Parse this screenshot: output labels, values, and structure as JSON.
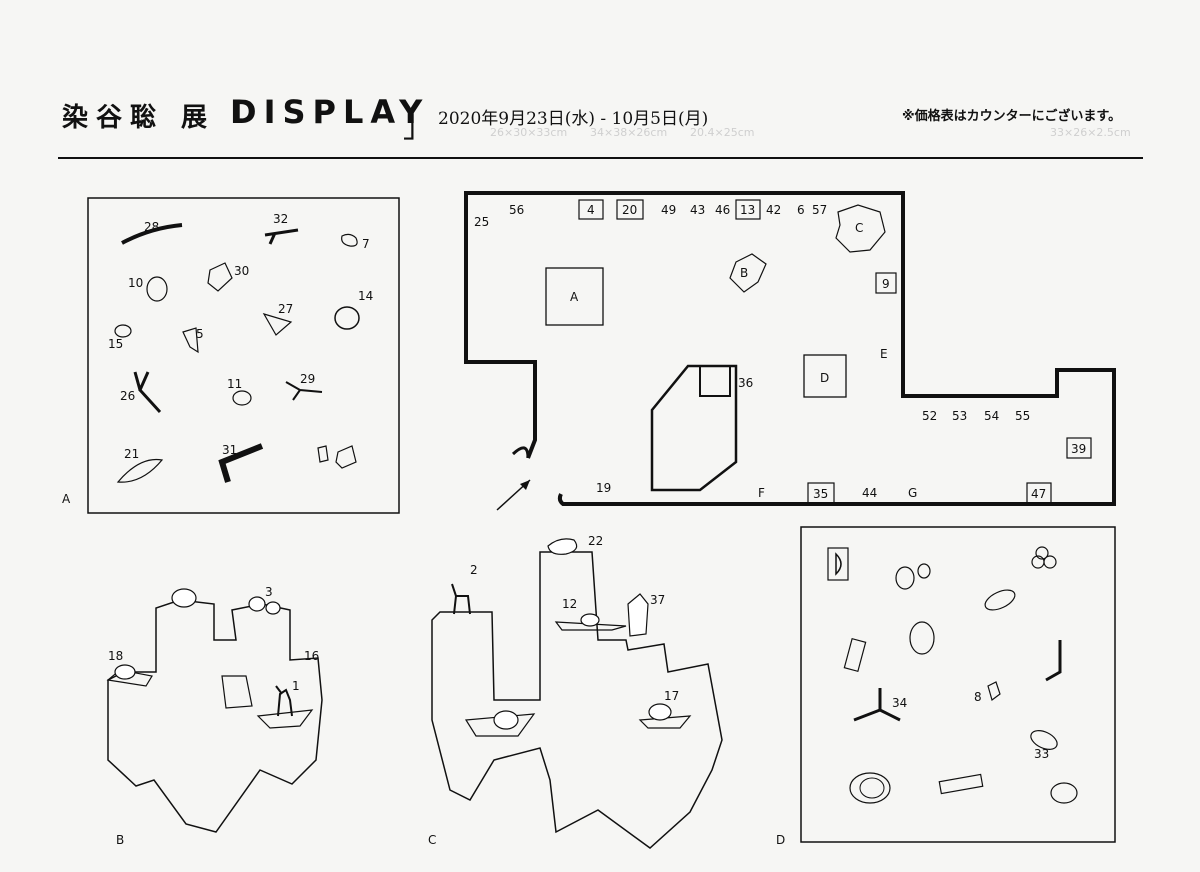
{
  "header": {
    "artist": "染谷聡 展",
    "bracket_open": "「",
    "title": "DISPLAY",
    "bracket_close": "」",
    "dates": "2020年9月23日(水) - 10月5日(月)",
    "note": "※価格表はカウンターにございます。"
  },
  "panels": {
    "A": "A",
    "B": "B",
    "C": "C",
    "D": "D"
  },
  "panel_a_numbers": [
    "28",
    "32",
    "7",
    "10",
    "30",
    "14",
    "27",
    "15",
    "5",
    "26",
    "11",
    "29",
    "21",
    "31"
  ],
  "floor_plan": {
    "numbers_top": [
      "25",
      "56",
      "4",
      "20",
      "49",
      "43",
      "46",
      "13",
      "42",
      "6",
      "57"
    ],
    "right_labels": [
      "9",
      "52",
      "53",
      "54",
      "55",
      "39",
      "47"
    ],
    "bottom_labels": [
      "19",
      "35",
      "44"
    ],
    "zone_labels": [
      "A",
      "B",
      "C",
      "D",
      "E",
      "F",
      "G"
    ],
    "inner_numbers": [
      "36"
    ]
  },
  "panel_b_numbers": [
    "3",
    "18",
    "16",
    "1"
  ],
  "panel_c_numbers": [
    "2",
    "22",
    "12",
    "37",
    "17"
  ],
  "panel_d_numbers": [
    "34",
    "8",
    "33"
  ]
}
